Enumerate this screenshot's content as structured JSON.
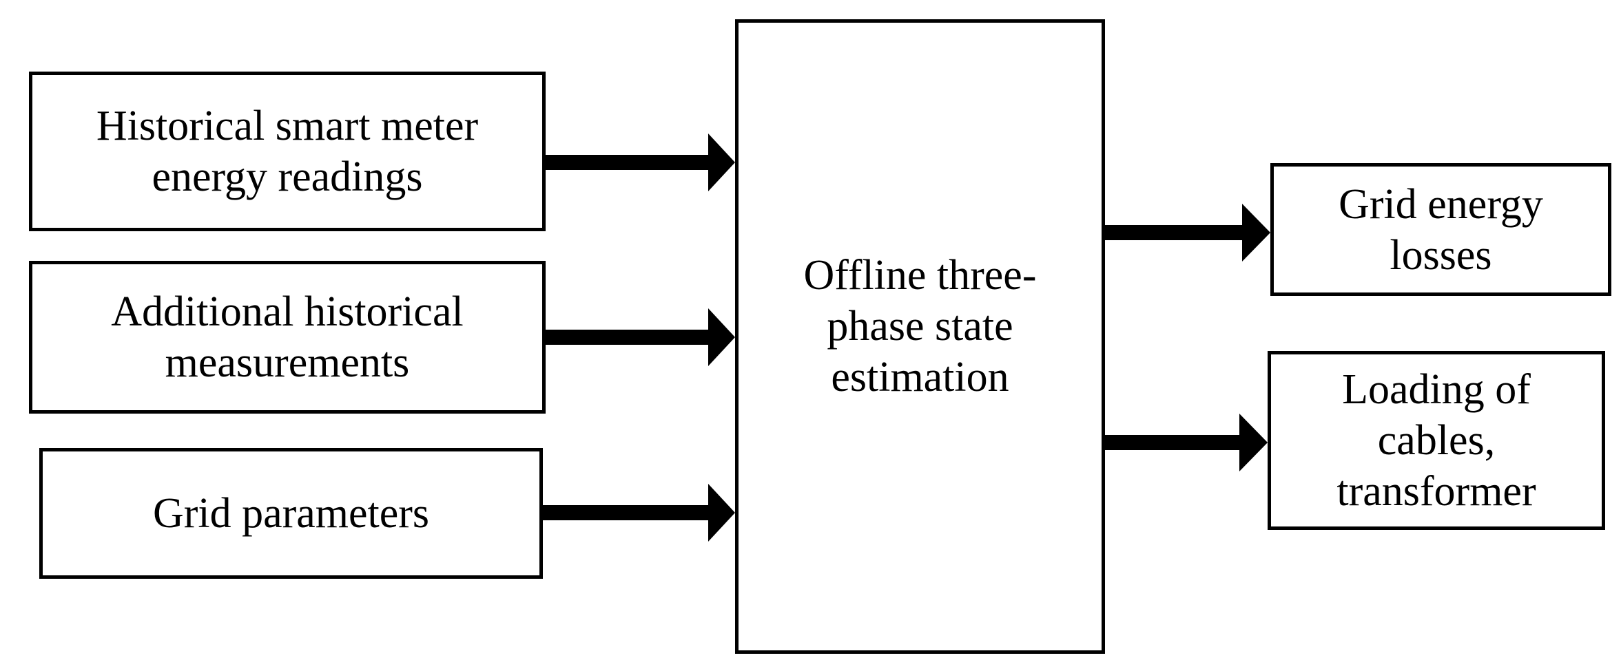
{
  "diagram": {
    "inputs": [
      {
        "label": "Historical smart meter\nenergy readings"
      },
      {
        "label": "Additional historical\nmeasurements"
      },
      {
        "label": "Grid parameters"
      }
    ],
    "process": {
      "label": "Offline three-\nphase state\nestimation"
    },
    "outputs": [
      {
        "label": "Grid energy\nlosses"
      },
      {
        "label": "Loading of\ncables,\ntransformer"
      }
    ]
  }
}
